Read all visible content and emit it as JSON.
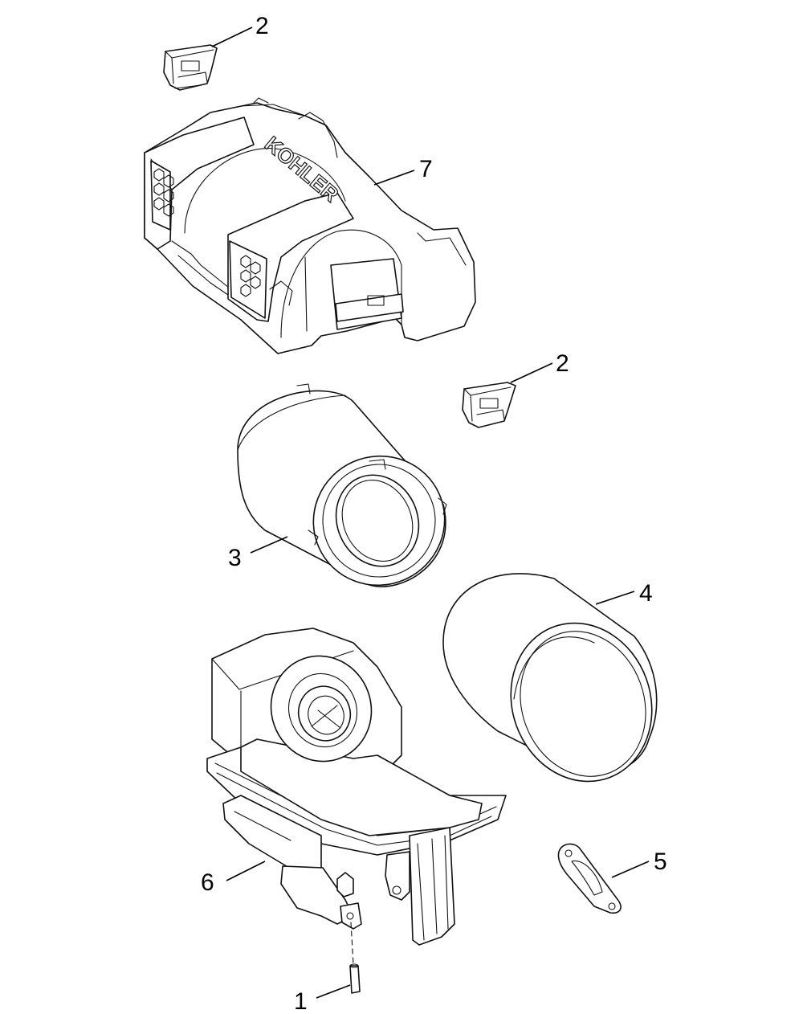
{
  "diagram": {
    "brand_text": "KOHLER",
    "callouts": [
      {
        "id": "clip-top",
        "label": "2"
      },
      {
        "id": "cover",
        "label": "7"
      },
      {
        "id": "clip-right",
        "label": "2"
      },
      {
        "id": "filter-element",
        "label": "3"
      },
      {
        "id": "precleaner",
        "label": "4"
      },
      {
        "id": "gasket",
        "label": "5"
      },
      {
        "id": "base",
        "label": "6"
      },
      {
        "id": "pin",
        "label": "1"
      }
    ]
  }
}
